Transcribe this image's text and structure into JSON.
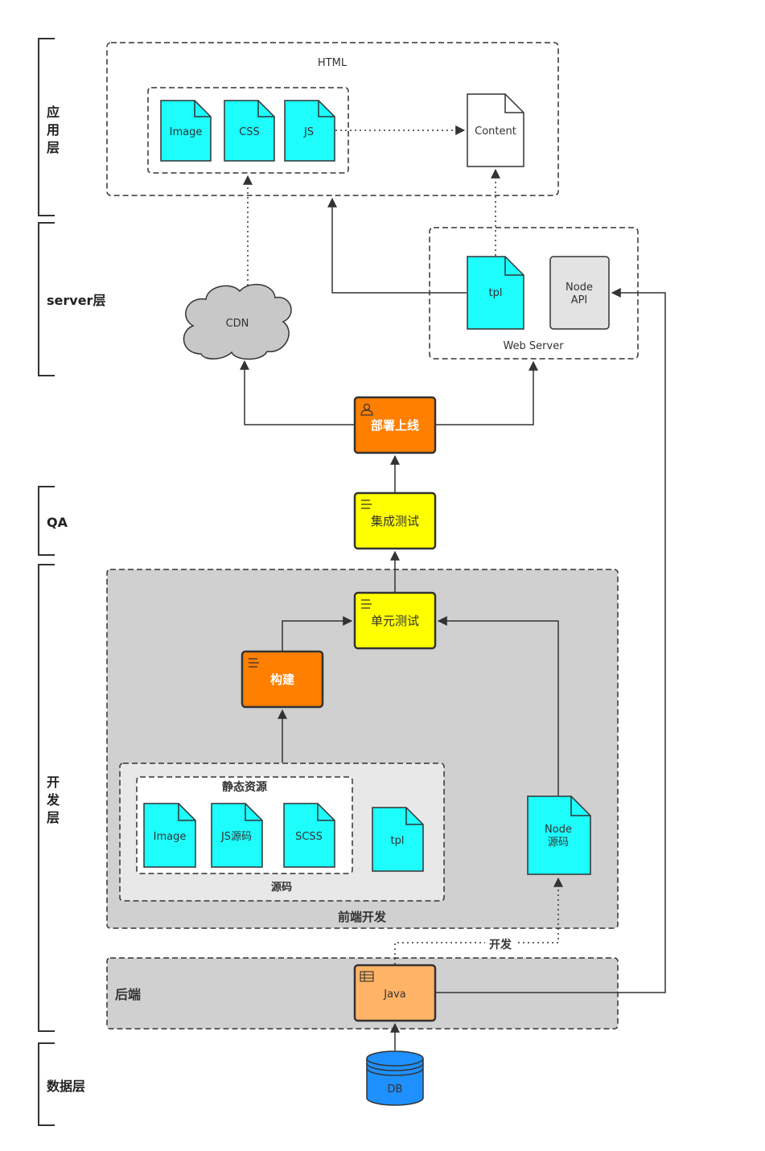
{
  "layers": {
    "app": "应用层",
    "server": "server层",
    "qa": "QA",
    "dev": "开发层",
    "data": "数据层"
  },
  "app_layer": {
    "html_title": "HTML",
    "files": [
      "Image",
      "CSS",
      "JS"
    ],
    "content": "Content"
  },
  "server_layer": {
    "cdn": "CDN",
    "tpl": "tpl",
    "node_api_line1": "Node",
    "node_api_line2": "API",
    "web_server": "Web Server"
  },
  "deploy": "部署上线",
  "qa": {
    "integration_test": "集成测试"
  },
  "frontend": {
    "unit_test": "单元测试",
    "build": "构建",
    "static_title": "静态资源",
    "static_files": [
      "Image",
      "JS源码",
      "SCSS"
    ],
    "tpl": "tpl",
    "source_label": "源码",
    "node_src_line1": "Node",
    "node_src_line2": "源码",
    "group_label": "前端开发"
  },
  "dev_link_label": "开发",
  "backend": {
    "label": "后端",
    "java": "Java"
  },
  "db": "DB",
  "colors": {
    "cyan": "#1cfdfc",
    "orange": "#ff7f00",
    "yellow": "#ffff00",
    "light_orange": "#ffb366",
    "gray_panel": "#d0d0d0",
    "light_gray": "#e8e8e8",
    "db_blue": "#1e90ff"
  }
}
